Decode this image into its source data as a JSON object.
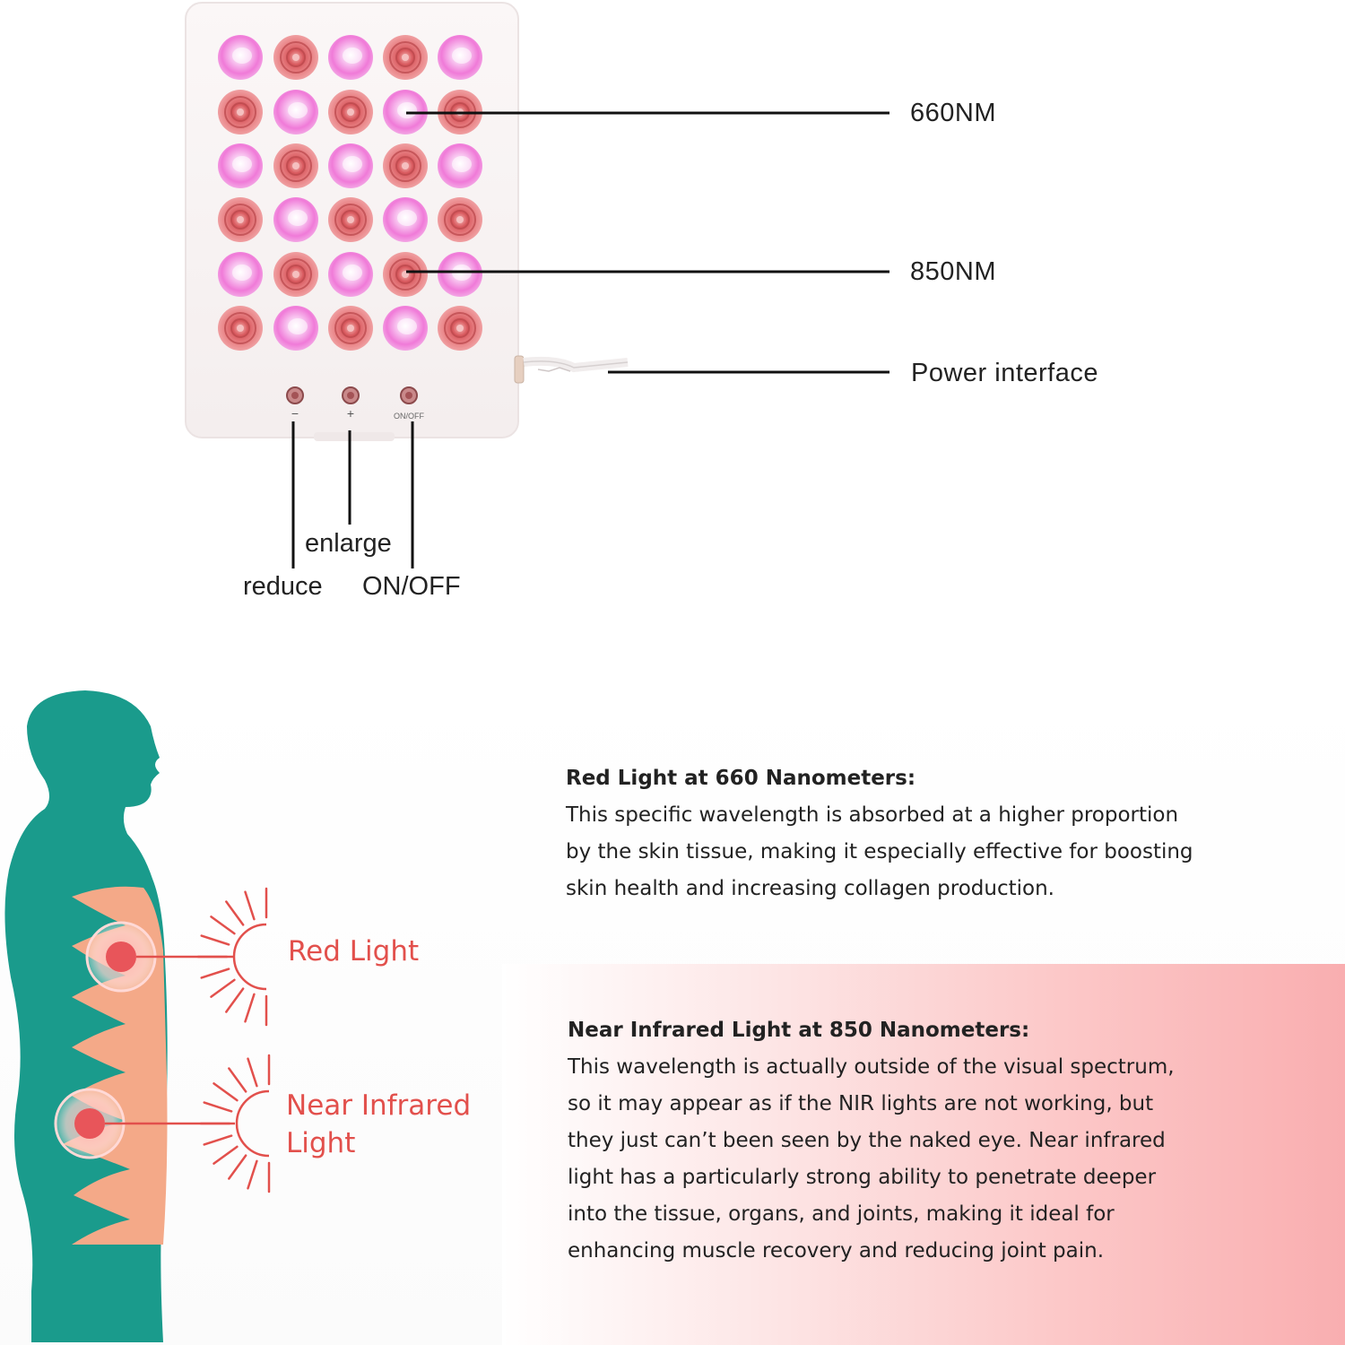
{
  "callouts": {
    "wavelength_660": "660NM",
    "wavelength_850": "850NM",
    "power": "Power interface"
  },
  "panel": {
    "button_minus_mark": "−",
    "button_plus_mark": "+",
    "button_onoff_mark": "ON/OFF"
  },
  "buttons": {
    "reduce": "reduce",
    "enlarge": "enlarge",
    "onoff": "ON/OFF"
  },
  "diagram": {
    "red_label": "Red Light",
    "nir_label_line1": "Near Infrared",
    "nir_label_line2": "Light"
  },
  "sections": {
    "red": {
      "title": "Red Light at 660 Nanometers:",
      "lines": [
        "This specific wavelength is absorbed at a higher proportion",
        "by the skin tissue, making it especially effective for boosting",
        "skin health and increasing collagen production."
      ]
    },
    "nir": {
      "title": "Near Infrared Light at 850 Nanometers:",
      "lines": [
        "This wavelength is actually outside of the visual spectrum,",
        "so it may appear as if the NIR lights are not working, but",
        "they just can’t been seen by the naked eye. Near infrared",
        "light has a particularly strong ability to penetrate deeper",
        "into the tissue, organs, and joints, making it ideal for",
        "enhancing muscle recovery and reducing joint pain."
      ]
    }
  },
  "colors": {
    "body_teal": "#1a9b8c",
    "skin_peach": "#f4a988",
    "accent_red": "#e2504c",
    "led_red": "#e86a6e",
    "led_pink": "#f377d6"
  },
  "led_grid": [
    [
      "pink",
      "red",
      "pink",
      "red",
      "pink"
    ],
    [
      "red",
      "pink",
      "red",
      "pink",
      "red"
    ],
    [
      "pink",
      "red",
      "pink",
      "red",
      "pink"
    ],
    [
      "red",
      "pink",
      "red",
      "pink",
      "red"
    ],
    [
      "pink",
      "red",
      "pink",
      "red",
      "pink"
    ],
    [
      "red",
      "pink",
      "red",
      "pink",
      "red"
    ]
  ]
}
